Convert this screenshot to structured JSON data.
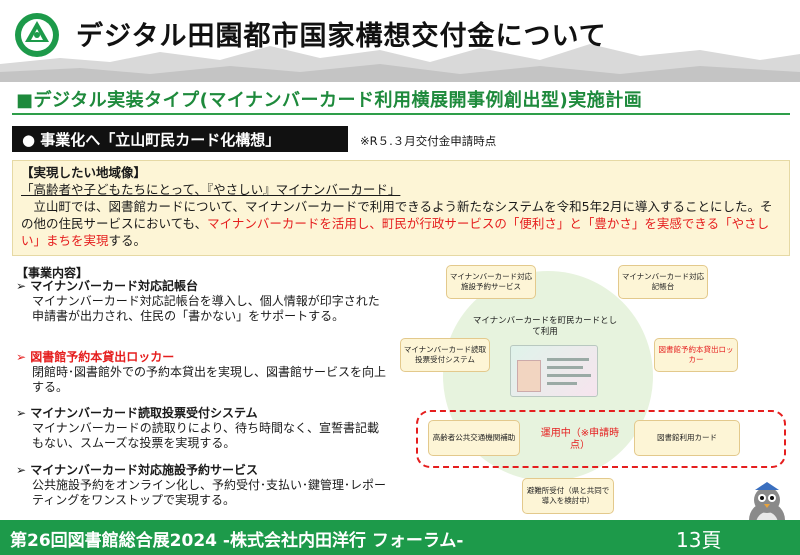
{
  "header": {
    "title": "デジタル田園都市国家構想交付金について",
    "logo_icon": "town-emblem-icon"
  },
  "subtitle": "■デジタル実装タイプ(マイナンバーカード利用横展開事例創出型)実施計画",
  "project": {
    "label": "● 事業化へ「立山町民カード化構想」",
    "note": "※R５.３月交付金申請時点"
  },
  "wish": {
    "label": "【実現したい地域像】",
    "slogan": "「高齢者や子どもたちにとって、『やさしい』マイナンバーカード」",
    "text_before": "　立山町では、図書館カードについて、マイナンバーカードで利用できるよう新たなシステムを令和5年2月に導入することにした。その他の住民サービスにおいても、",
    "text_red_1": "マイナンバーカードを活用し、町民が行政サービスの「便利さ」と「豊かさ」を実感できる「やさしい」まちを実現",
    "text_after": "する。"
  },
  "content": {
    "label": "【事業内容】",
    "items": [
      {
        "head": "➢ マイナンバーカード対応記帳台",
        "body": "マイナンバーカード対応記帳台を導入し、個人情報が印字された申請書が出力され、住民の「書かない」をサポートする。"
      },
      {
        "head": "➢ 図書館予約本貸出ロッカー",
        "body": "閉館時･図書館外での予約本貸出を実現し、図書館サービスを向上する。"
      },
      {
        "head": "➢ マイナンバーカード読取投票受付システム",
        "body": "マイナンバーカードの読取りにより、待ち時間なく、宣誓書記載もない、スムーズな投票を実現する。"
      },
      {
        "head": "➢ マイナンバーカード対応施設予約サービス",
        "body": "公共施設予約をオンライン化し、予約受付･支払い･鍵管理･レポーティングをワンストップで実現する。"
      }
    ]
  },
  "diagram": {
    "center_text": "マイナンバーカードを町民カードとして利用",
    "card_facility": "マイナンバーカード対応施設予約サービス",
    "card_register": "マイナンバーカード対応記帳台",
    "card_voting": "マイナンバーカード読取投票受付システム",
    "card_locker": "図書館予約本貸出ロッカー",
    "card_transport": "高齢者公共交通機関補助",
    "card_library": "図書館利用カード",
    "card_shelter": "避難所受付（県と共同で導入を検討中）",
    "operating": "運用中（※申請時点）"
  },
  "mascot_icon": "mascot-bird-icon",
  "footer": {
    "text": "第26回図書館総合展2024 -株式会社内田洋行 フォーラム-",
    "page": "13頁"
  },
  "colors": {
    "accent_green": "#1d9a4a",
    "alert_red": "#e51e1e",
    "card_fill": "#fdf5d6"
  }
}
